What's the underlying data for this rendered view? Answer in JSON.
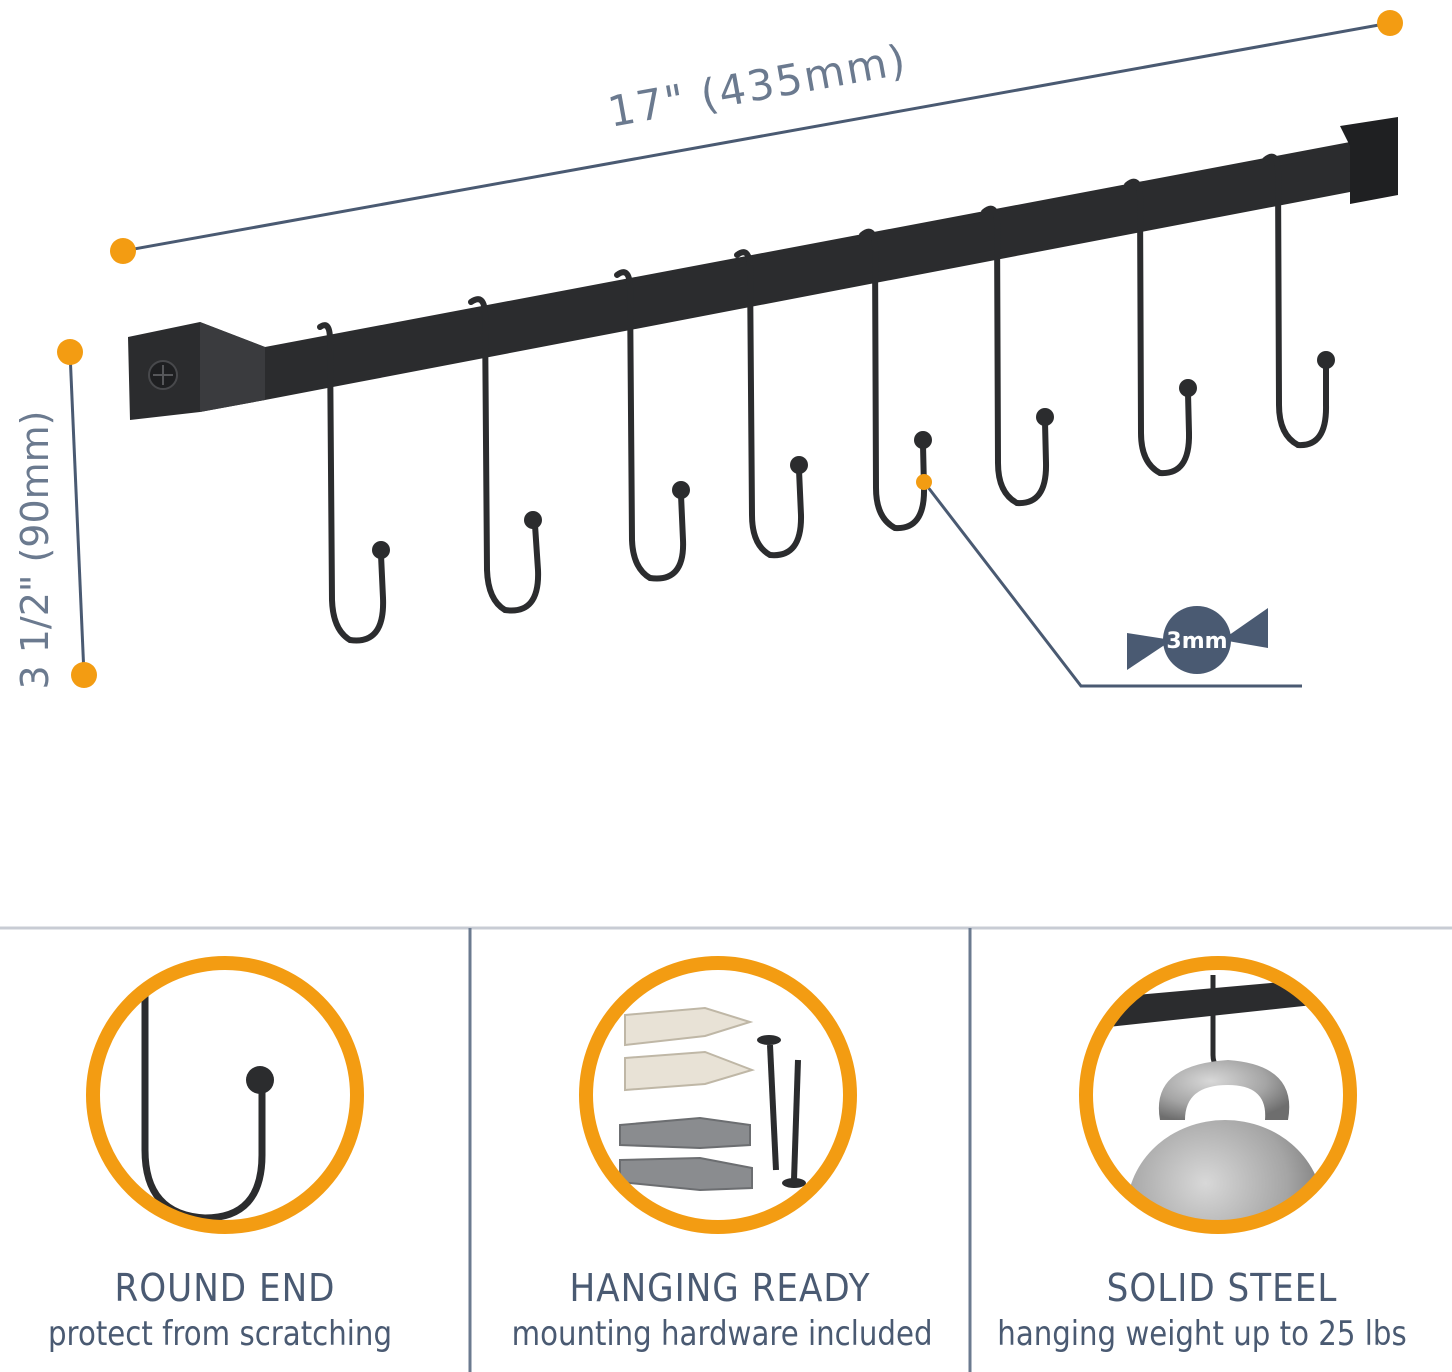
{
  "dimensions": {
    "length_label": "17\" (435mm)",
    "height_label": "3 1/2\" (90mm)",
    "thickness_label": "3mm"
  },
  "features": [
    {
      "title": "ROUND END",
      "subtitle": "protect from scratching"
    },
    {
      "title": "HANGING READY",
      "subtitle": "mounting hardware included"
    },
    {
      "title": "SOLID STEEL",
      "subtitle": "hanging weight up to 25 lbs"
    }
  ],
  "colors": {
    "accent_orange": "#f39c12",
    "dimension_line": "#4a5a72",
    "rail_black": "#2b2c2e",
    "steel_gray": "#a8a8a8"
  }
}
